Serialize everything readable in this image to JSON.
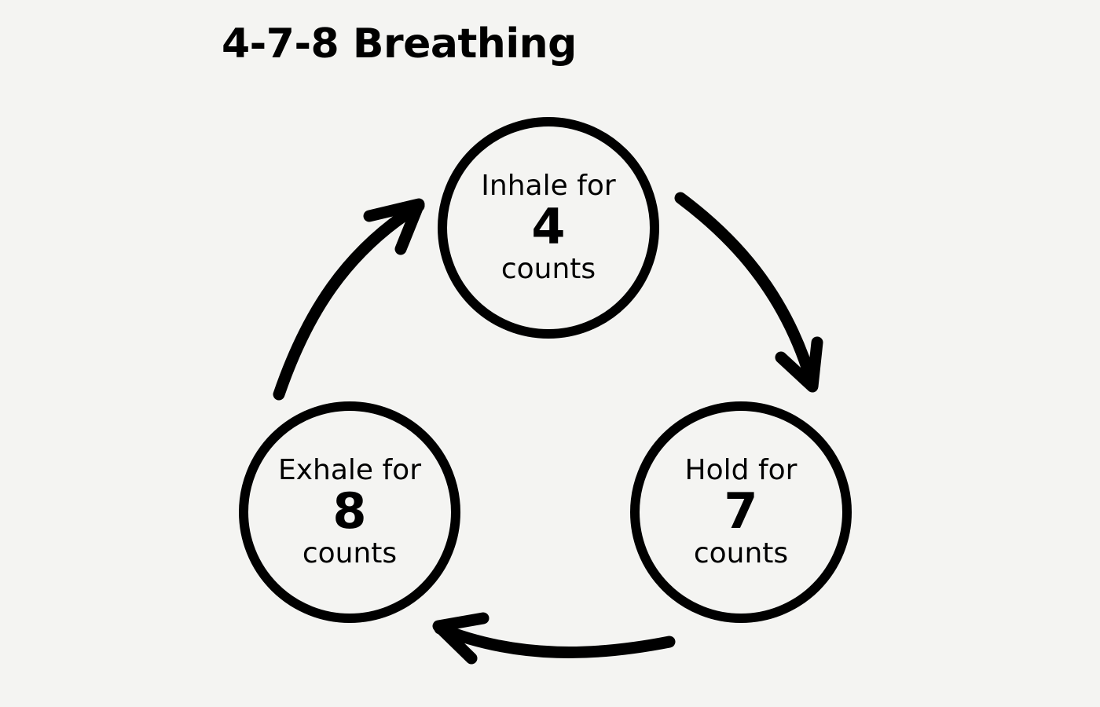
{
  "title": "4-7-8 Breathing",
  "colors": {
    "background": "#f4f4f2",
    "ink": "#000000"
  },
  "steps": [
    {
      "label": "Inhale for",
      "count": "4",
      "unit": "counts"
    },
    {
      "label": "Hold for",
      "count": "7",
      "unit": "counts"
    },
    {
      "label": "Exhale for",
      "count": "8",
      "unit": "counts"
    }
  ],
  "arrows": [
    {
      "from": "Inhale",
      "to": "Hold",
      "icon": "curved-arrow-icon"
    },
    {
      "from": "Hold",
      "to": "Exhale",
      "icon": "curved-arrow-icon"
    },
    {
      "from": "Exhale",
      "to": "Inhale",
      "icon": "curved-arrow-icon"
    }
  ]
}
